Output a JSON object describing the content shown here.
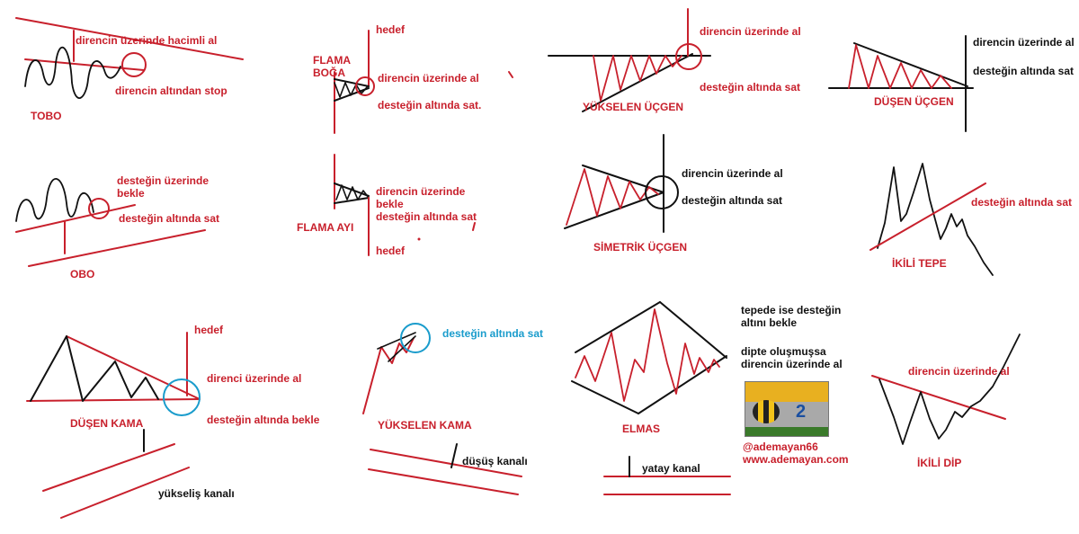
{
  "colors": {
    "red": "#c8202c",
    "black": "#111111",
    "blue": "#1a9ccc"
  },
  "tobo": {
    "name": "TOBO",
    "buy": "direncin üzerinde hacimli al",
    "stop": "direncin altından stop"
  },
  "flama_boga": {
    "name_line1": "FLAMA",
    "name_line2": "BOĞA",
    "target": "hedef",
    "buy": "direncin üzerinde al",
    "sell": "desteğin altında sat."
  },
  "yukselen_ucgen": {
    "name": "YÜKSELEN ÜÇGEN",
    "buy": "direncin üzerinde al",
    "sell": "desteğin altında sat"
  },
  "dusen_ucgen": {
    "name": "DÜŞEN ÜÇGEN",
    "buy": "direncin üzerinde al",
    "sell": "desteğin altında sat"
  },
  "obo": {
    "name": "OBO",
    "wait_line1": "desteğin üzerinde",
    "wait_line2": "bekle",
    "sell": "desteğin altında sat"
  },
  "flama_ayi": {
    "name": "FLAMA AYI",
    "buy_line1": "direncin üzerinde",
    "buy_line2": "bekle",
    "sell": "desteğin altında sat",
    "target": "hedef"
  },
  "simetrik_ucgen": {
    "name": "SİMETRİK ÜÇGEN",
    "buy": "direncin üzerinde al",
    "sell": "desteğin altında sat"
  },
  "ikili_tepe": {
    "name": "İKİLİ TEPE",
    "sell": "desteğin altında sat"
  },
  "dusen_kama": {
    "name": "DÜŞEN KAMA",
    "target": "hedef",
    "buy": "direnci üzerinde al",
    "wait": "desteğin altında bekle"
  },
  "yukselen_kama": {
    "name": "YÜKSELEN KAMA",
    "sell": "desteğin altında sat"
  },
  "elmas": {
    "name": "ELMAS",
    "note1_line1": "tepede ise desteğin",
    "note1_line2": "altını bekle",
    "note2_line1": "dipte oluşmuşsa",
    "note2_line2": "direncin üzerinde al"
  },
  "ikili_dip": {
    "name": "İKİLİ DİP",
    "buy": "direncin üzerinde al"
  },
  "channels": {
    "up": "yükseliş kanalı",
    "down": "düşüş kanalı",
    "flat": "yatay kanal"
  },
  "credits": {
    "handle": "@ademayan66",
    "website": "www.ademayan.com",
    "logo_icon": "bee-logo-icon",
    "logo_text": "2"
  }
}
